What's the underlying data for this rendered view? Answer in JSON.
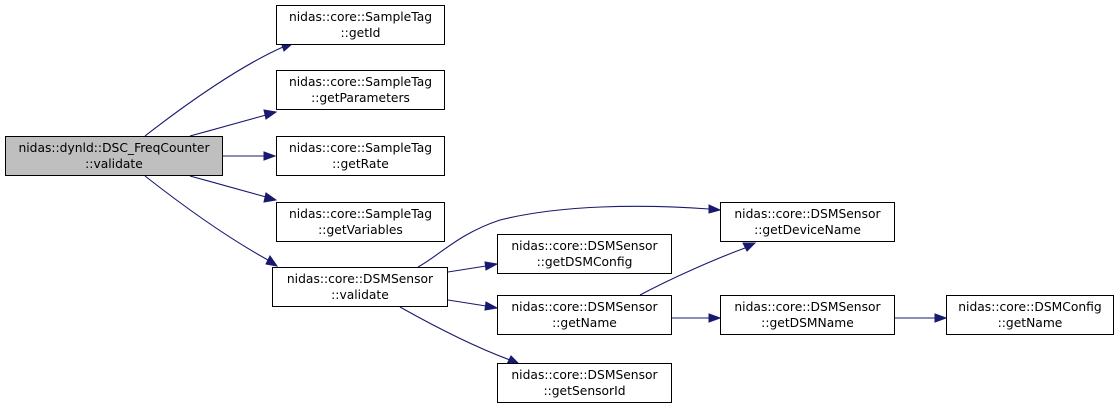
{
  "graph": {
    "root": {
      "line1": "nidas::dynld::DSC_FreqCounter",
      "line2": "::validate"
    },
    "n_getid": {
      "line1": "nidas::core::SampleTag",
      "line2": "::getId"
    },
    "n_getparameters": {
      "line1": "nidas::core::SampleTag",
      "line2": "::getParameters"
    },
    "n_getrate": {
      "line1": "nidas::core::SampleTag",
      "line2": "::getRate"
    },
    "n_getvariables": {
      "line1": "nidas::core::SampleTag",
      "line2": "::getVariables"
    },
    "n_dsmsensor_validate": {
      "line1": "nidas::core::DSMSensor",
      "line2": "::validate"
    },
    "n_getdevicename": {
      "line1": "nidas::core::DSMSensor",
      "line2": "::getDeviceName"
    },
    "n_getdsmconfig": {
      "line1": "nidas::core::DSMSensor",
      "line2": "::getDSMConfig"
    },
    "n_getname": {
      "line1": "nidas::core::DSMSensor",
      "line2": "::getName"
    },
    "n_getdsmname": {
      "line1": "nidas::core::DSMSensor",
      "line2": "::getDSMName"
    },
    "n_dsmconfig_getname": {
      "line1": "nidas::core::DSMConfig",
      "line2": "::getName"
    },
    "n_getsensorid": {
      "line1": "nidas::core::DSMSensor",
      "line2": "::getSensorId"
    },
    "colors": {
      "edge": "#191970",
      "root_fill": "#bfbfbf",
      "node_fill": "#ffffff",
      "border": "#000000"
    }
  }
}
